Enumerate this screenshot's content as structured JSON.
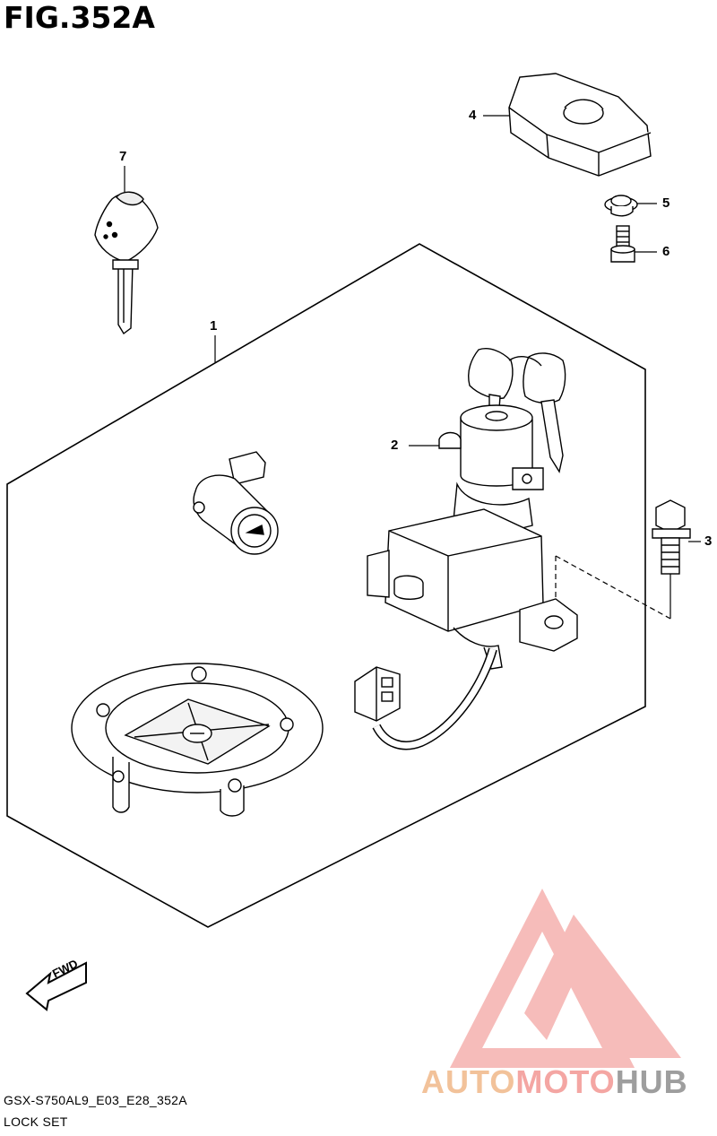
{
  "figure": {
    "title": "FIG.352A"
  },
  "callouts": {
    "c1": "1",
    "c2": "2",
    "c3": "3",
    "c4": "4",
    "c5": "5",
    "c6": "6",
    "c7": "7"
  },
  "fwd": "FWD",
  "footer": {
    "code": "GSX-S750AL9_E03_E28_352A",
    "name": "LOCK SET"
  },
  "watermark": {
    "part1": "AUTO",
    "part2": "MOTO",
    "part3": "HUB"
  },
  "colors": {
    "line": "#000000",
    "wm_red": "#f4a6a3",
    "wm_orange": "#f2c29a",
    "wm_gray": "#9e9e9e"
  }
}
